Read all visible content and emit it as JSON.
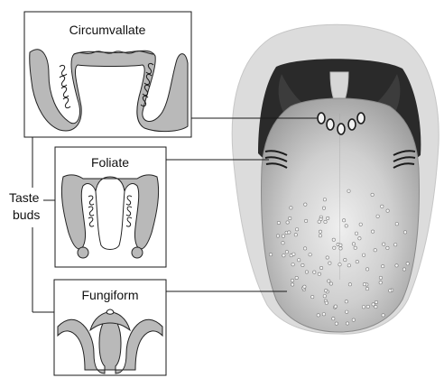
{
  "figure": {
    "panels": [
      {
        "id": "circumvallate",
        "title": "Circumvallate"
      },
      {
        "id": "foliate",
        "title": "Foliate"
      },
      {
        "id": "fungiform",
        "title": "Fungiform"
      }
    ],
    "side_label": {
      "line1": "Taste",
      "line2": "buds"
    }
  },
  "colors": {
    "papilla_fill": "#b9b9b9",
    "outline": "#222222",
    "tongue_light": "#e6e6e6",
    "tongue_dark": "#9a9a9a",
    "mouth_shadow": "#2b2b2b",
    "face_outline": "#c9c9c9"
  }
}
